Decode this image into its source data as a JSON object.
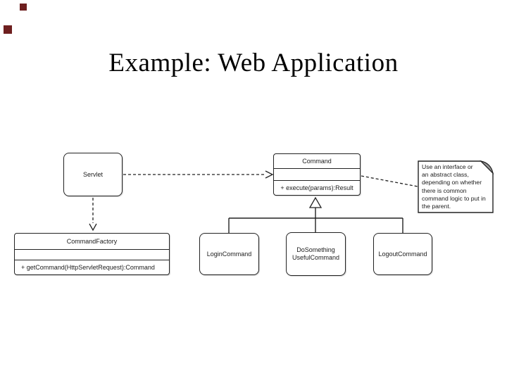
{
  "slide": {
    "title": "Example: Web Application",
    "background_color": "#ffffff",
    "accent_square_color": "#6e1f1f"
  },
  "diagram": {
    "line_color": "#222222",
    "classes": {
      "servlet": {
        "name": "Servlet"
      },
      "command": {
        "name": "Command",
        "operation": "+ execute(params):Result"
      },
      "command_factory": {
        "name": "CommandFactory",
        "operation": "+ getCommand(HttpServletRequest):Command"
      },
      "login_command": {
        "name": "LoginCommand"
      },
      "do_something_useful_command": {
        "name_line1": "DoSomething",
        "name_line2": "UsefulCommand"
      },
      "logout_command": {
        "name": "LogoutCommand"
      }
    },
    "relationships": {
      "servlet_to_command": "dashed dependency arrow",
      "servlet_to_factory": "dashed dependency arrow",
      "command_to_note": "dashed anchor line",
      "subclasses_to_command": "solid generalization with hollow triangle"
    },
    "note": {
      "lines": [
        "Use an interface or",
        "an abstract class,",
        "depending on whether",
        "there is common",
        "command logic to put in",
        "the parent."
      ]
    }
  }
}
